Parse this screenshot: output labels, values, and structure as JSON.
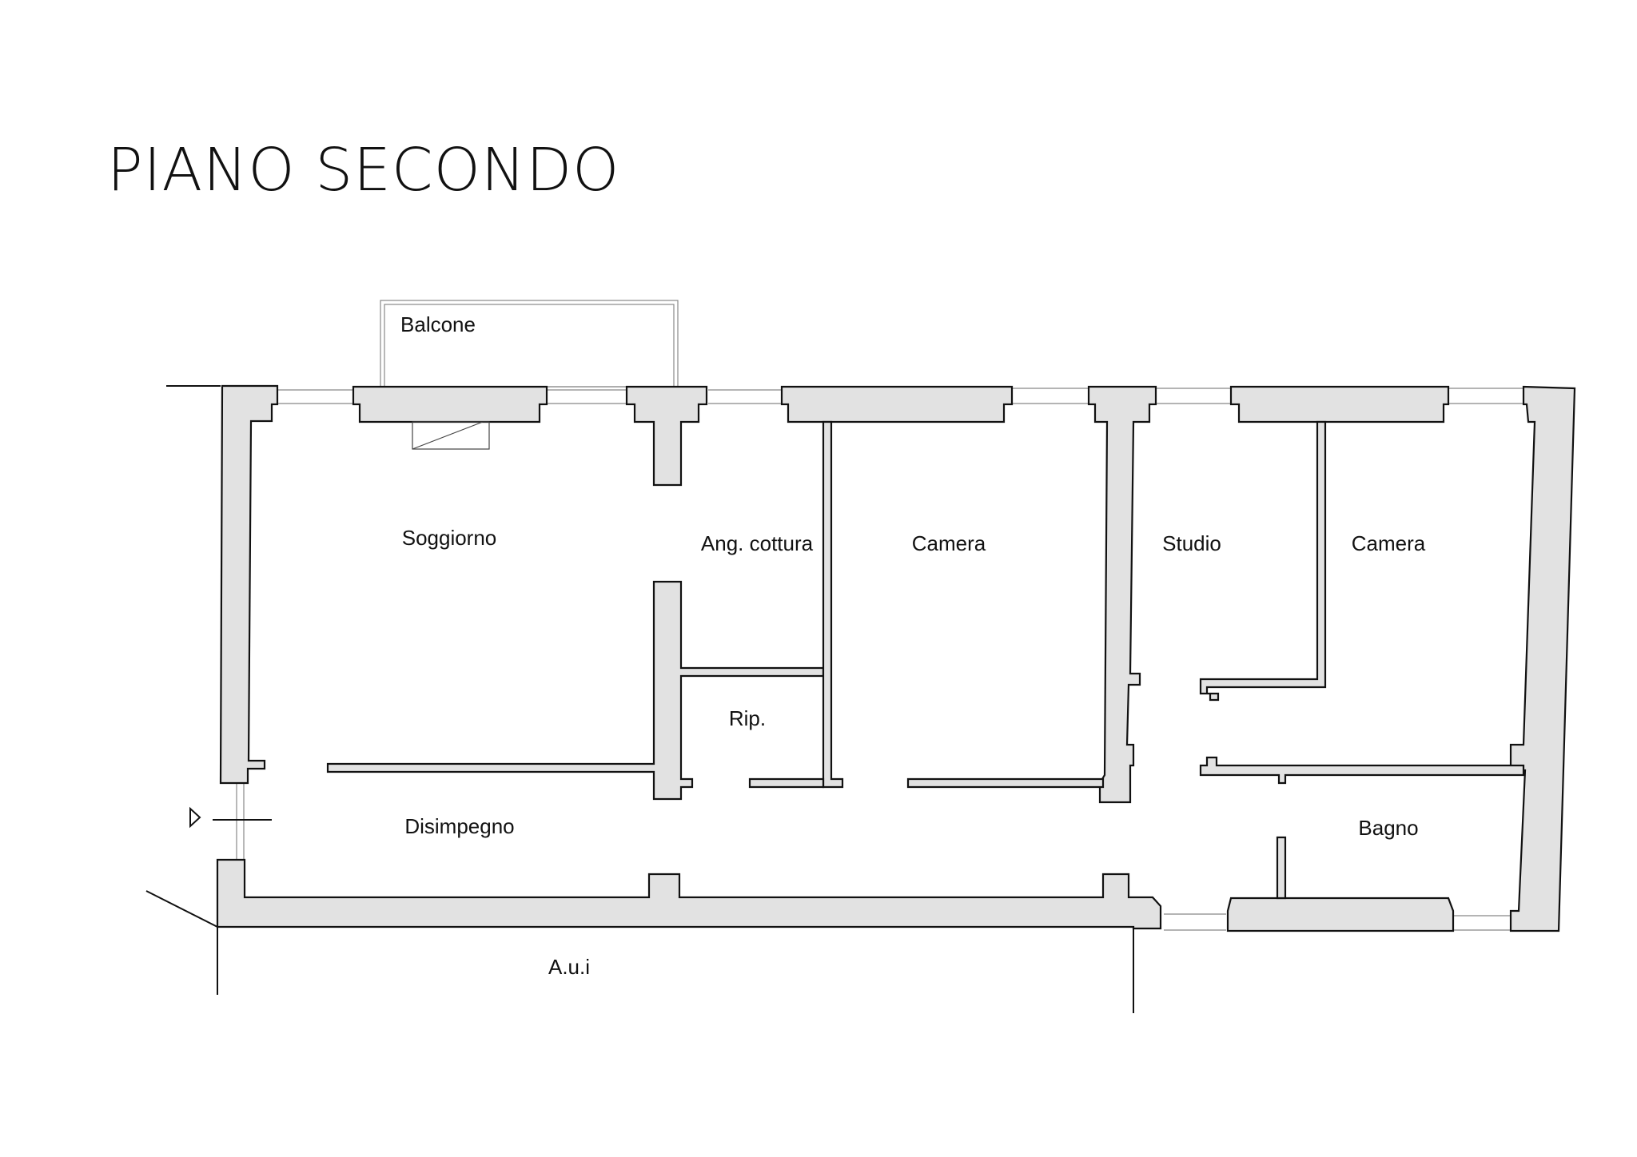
{
  "title": "PIANO SECONDO",
  "rooms": {
    "balcone": "Balcone",
    "soggiorno": "Soggiorno",
    "angolo_cottura": "Ang. cottura",
    "camera_1": "Camera",
    "studio": "Studio",
    "camera_2": "Camera",
    "ripostiglio": "Rip.",
    "disimpegno": "Disimpegno",
    "bagno": "Bagno",
    "aui": "A.u.i"
  },
  "colors": {
    "wall_fill": "#e2e2e2",
    "line": "#111111",
    "background": "#ffffff"
  }
}
